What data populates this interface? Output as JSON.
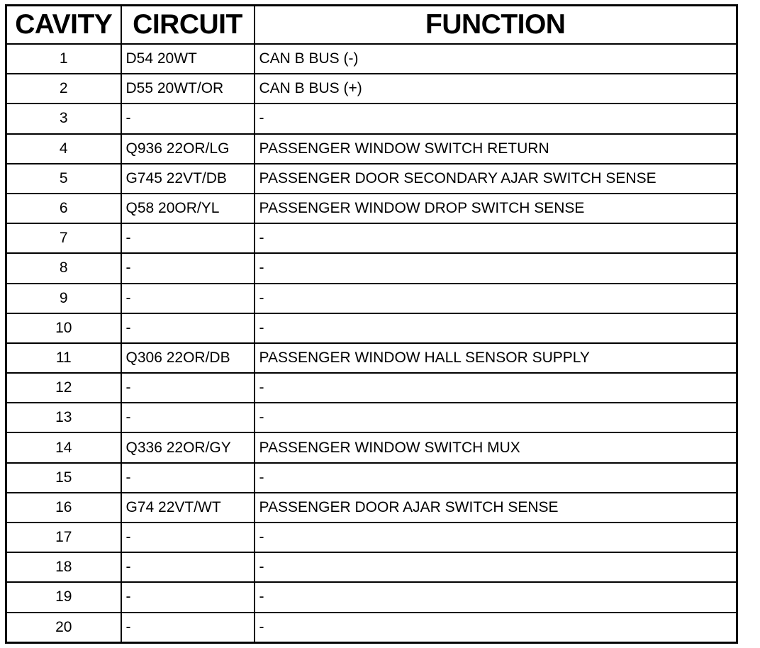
{
  "headers": {
    "cavity": "CAVITY",
    "circuit": "CIRCUIT",
    "function": "FUNCTION"
  },
  "rows": [
    {
      "cavity": "1",
      "circuit": "D54 20WT",
      "function": "CAN B BUS (-)"
    },
    {
      "cavity": "2",
      "circuit": "D55 20WT/OR",
      "function": "CAN B BUS (+)"
    },
    {
      "cavity": "3",
      "circuit": "-",
      "function": "-"
    },
    {
      "cavity": "4",
      "circuit": "Q936 22OR/LG",
      "function": "PASSENGER WINDOW SWITCH RETURN"
    },
    {
      "cavity": "5",
      "circuit": "G745 22VT/DB",
      "function": "PASSENGER DOOR SECONDARY AJAR SWITCH SENSE"
    },
    {
      "cavity": "6",
      "circuit": "Q58 20OR/YL",
      "function": "PASSENGER WINDOW DROP SWITCH SENSE"
    },
    {
      "cavity": "7",
      "circuit": "-",
      "function": "-"
    },
    {
      "cavity": "8",
      "circuit": "-",
      "function": "-"
    },
    {
      "cavity": "9",
      "circuit": "-",
      "function": "-"
    },
    {
      "cavity": "10",
      "circuit": "-",
      "function": "-"
    },
    {
      "cavity": "11",
      "circuit": "Q306 22OR/DB",
      "function": "PASSENGER WINDOW HALL SENSOR SUPPLY"
    },
    {
      "cavity": "12",
      "circuit": "-",
      "function": "-"
    },
    {
      "cavity": "13",
      "circuit": "-",
      "function": "-"
    },
    {
      "cavity": "14",
      "circuit": "Q336 22OR/GY",
      "function": "PASSENGER WINDOW SWITCH MUX"
    },
    {
      "cavity": "15",
      "circuit": "-",
      "function": "-"
    },
    {
      "cavity": "16",
      "circuit": "G74 22VT/WT",
      "function": "PASSENGER DOOR AJAR SWITCH SENSE"
    },
    {
      "cavity": "17",
      "circuit": "-",
      "function": "-"
    },
    {
      "cavity": "18",
      "circuit": "-",
      "function": "-"
    },
    {
      "cavity": "19",
      "circuit": "-",
      "function": "-"
    },
    {
      "cavity": "20",
      "circuit": "-",
      "function": "-"
    }
  ]
}
